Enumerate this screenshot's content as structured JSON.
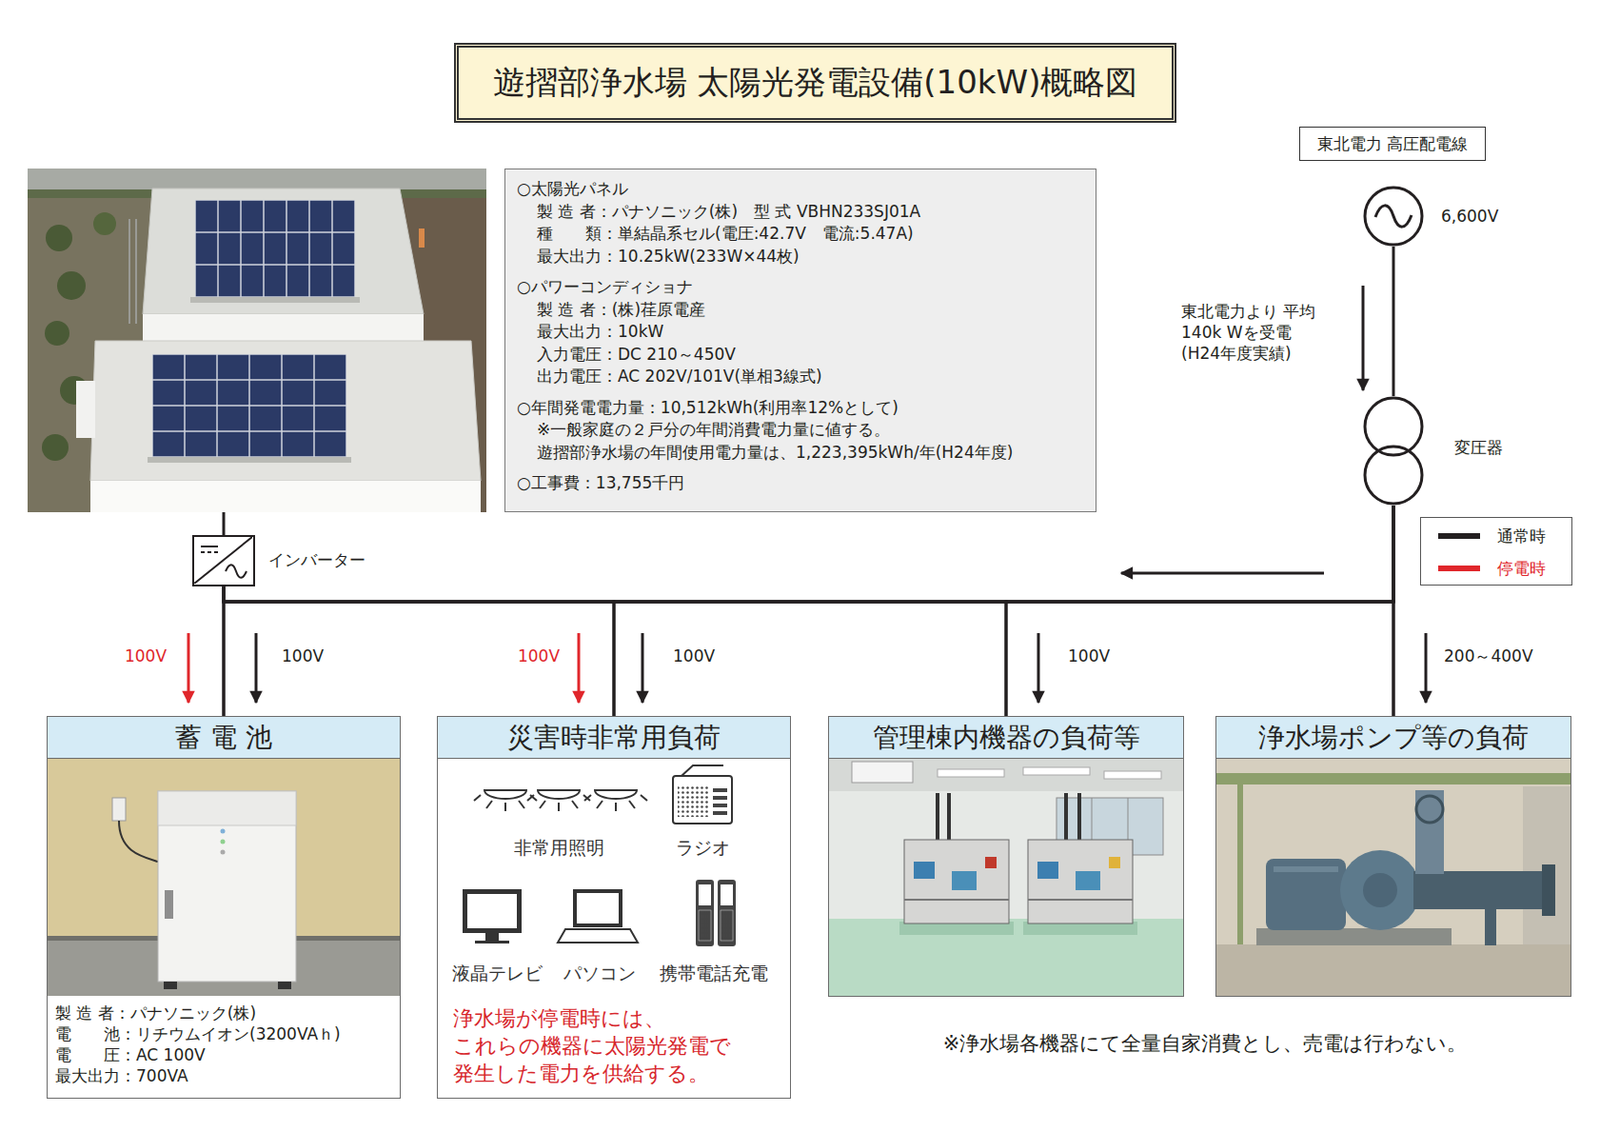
{
  "diagram": {
    "title": "遊摺部浄水場 太陽光発電設備(10kW)概略図",
    "nodes": [
      {
        "text": [
          "○太陽光パネル",
          "製 造 者：パナソニック(株)　型 式 VBHN233SJ01A",
          "種　　類：単結晶系セル(電圧:42.7V　電流:5.47A)",
          "最大出力：10.25kW(233W×44枚)",
          "○パワーコンディショナ",
          "製 造 者：(株)荏原電産",
          "最大出力：10kW",
          "入力電圧：DC 210～450V",
          "出力電圧：AC 202V/101V(単相3線式)",
          "○年間発電電力量：10,512kWh(利用率12%として)",
          "※一般家庭の２戸分の年間消費電力量に値する。",
          "遊摺部浄水場の年間使用電力量は、1,223,395kWh/年(H24年度)",
          "○工事費：13,755千円"
        ]
      },
      {
        "text": [
          "東北電力 高圧配電線"
        ]
      },
      {
        "text": [
          "6,600V"
        ]
      },
      {
        "text": [
          "変圧器"
        ]
      },
      {
        "text": [
          "インバーター"
        ]
      },
      {
        "text": [
          "蓄 電 池",
          "製 造 者：パナソニック(株)",
          "電　　池：リチウムイオン(3200VAｈ)",
          "電　　圧：AC 100V",
          "最大出力：700VA"
        ]
      },
      {
        "text": [
          "災害時非常用負荷",
          "浄水場が停電時には、 これらの機器に太陽光発電で 発生した電力を供給する。"
        ]
      },
      {
        "text": [
          "管理棟内機器の負荷等"
        ]
      },
      {
        "text": [
          "浄水場ポンプ等の負荷"
        ]
      }
    ],
    "edges": [
      {
        "from": 2,
        "to": 3,
        "arrow": "none"
      },
      {
        "from": 3,
        "to": 5,
        "arrow": "none"
      },
      {
        "from": 3,
        "to": 6,
        "arrow": "none"
      },
      {
        "from": 3,
        "to": 7,
        "arrow": "none"
      },
      {
        "from": 3,
        "to": 8,
        "arrow": "none"
      },
      {
        "from": 4,
        "to": 5,
        "arrow": "none"
      },
      {
        "from": 4,
        "to": 6,
        "arrow": "none"
      },
      {
        "from": 4,
        "to": 7,
        "arrow": "none"
      },
      {
        "from": 4,
        "to": 8,
        "arrow": "none"
      }
    ],
    "labels": [
      "東北電力より 平均 140k Wを受電 (H24年度実績)",
      "100V",
      "100V",
      "100V",
      "100V",
      "100V",
      "200～400V",
      "非常用照明",
      "ラジオ",
      "液晶テレビ",
      "パソコン",
      "携帯電話充電",
      "※浄水場各機器にて全量自家消費とし、売電は行わない。"
    ],
    "legend": [
      {
        "text": "通常時",
        "color": "#231f20"
      },
      {
        "text": "停電時",
        "color": "#e0262b"
      }
    ]
  }
}
